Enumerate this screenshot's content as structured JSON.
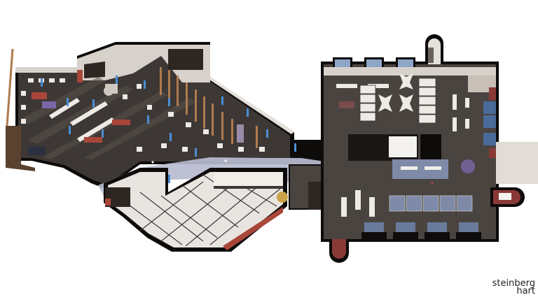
{
  "figure": {
    "type": "rendered axonometric floor plan",
    "description": "Office / library floor plan with open workspaces, private offices, meeting rooms and a central corridor",
    "colors": {
      "background": "#ffffff",
      "floor_dark": "#3d3835",
      "corridor": "#b8bcd0",
      "walls": "#0e0c0b",
      "partition_white": "#eeeae6",
      "accent_blue": "#4a8fd6",
      "accent_wood": "#b07a4c",
      "accent_red": "#a8463a",
      "accent_purple": "#7a67a8"
    },
    "zones": [
      {
        "name": "open-workspace-west",
        "label": ""
      },
      {
        "name": "private-offices-south",
        "label": ""
      },
      {
        "name": "central-core",
        "label": ""
      },
      {
        "name": "east-wing-workspace",
        "label": ""
      },
      {
        "name": "east-terrace",
        "label": ""
      }
    ]
  },
  "logo": {
    "line1": "steinberg",
    "line2": "hart"
  }
}
